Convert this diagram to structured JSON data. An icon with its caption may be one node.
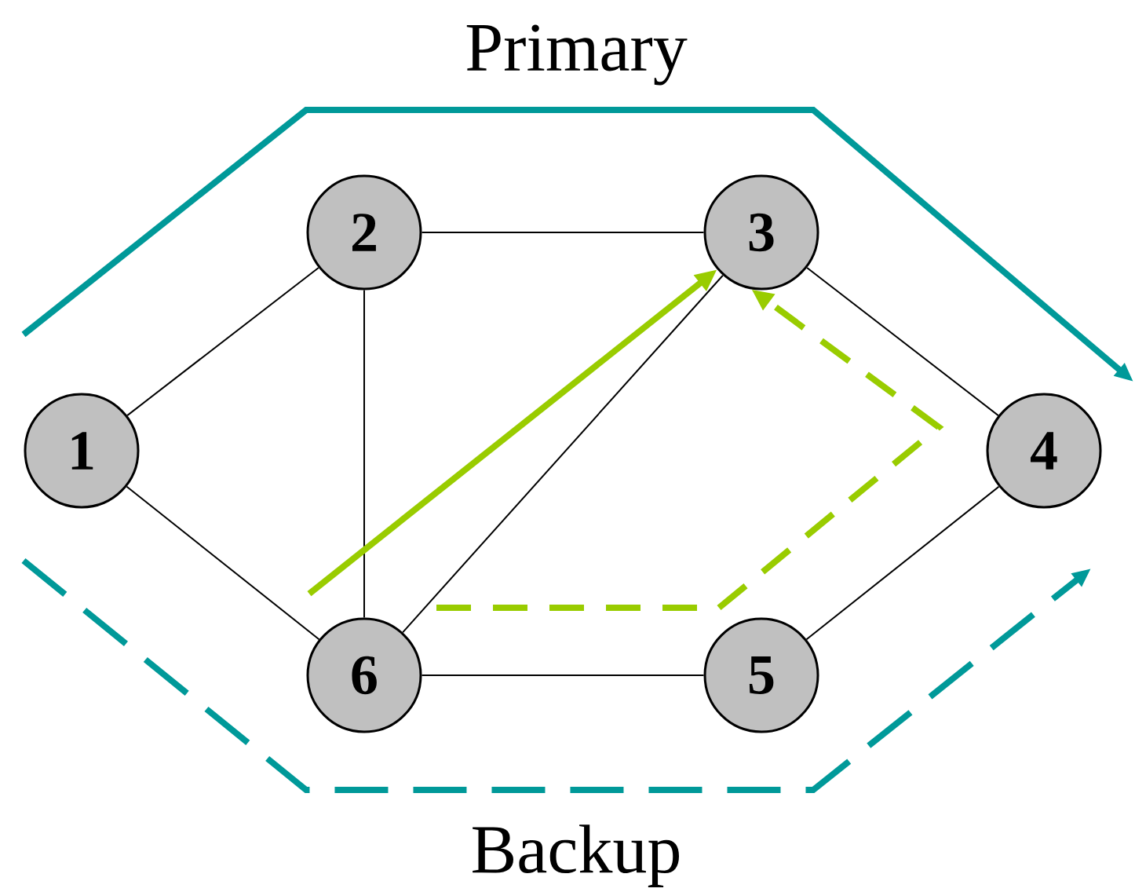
{
  "diagram": {
    "nodes": [
      {
        "text": [
          "1"
        ]
      },
      {
        "text": [
          "2"
        ]
      },
      {
        "text": [
          "3"
        ]
      },
      {
        "text": [
          "4"
        ]
      },
      {
        "text": [
          "5"
        ]
      },
      {
        "text": [
          "6"
        ]
      }
    ],
    "edges": [
      {
        "from": 0,
        "to": 1,
        "arrow": "none"
      },
      {
        "from": 1,
        "to": 2,
        "arrow": "none"
      },
      {
        "from": 2,
        "to": 3,
        "arrow": "none"
      },
      {
        "from": 3,
        "to": 4,
        "arrow": "none"
      },
      {
        "from": 4,
        "to": 5,
        "arrow": "none"
      },
      {
        "from": 5,
        "to": 0,
        "arrow": "none"
      },
      {
        "from": 1,
        "to": 5,
        "arrow": "none"
      },
      {
        "from": 5,
        "to": 2,
        "arrow": "none"
      },
      {
        "from": null,
        "to": 2,
        "arrow": "to",
        "style": "thick",
        "color": "#99cc00"
      },
      {
        "from": null,
        "to": 2,
        "arrow": "to",
        "style": "dashed",
        "color": "#99cc00"
      }
    ],
    "labels": [
      "Primary",
      "Backup"
    ]
  }
}
